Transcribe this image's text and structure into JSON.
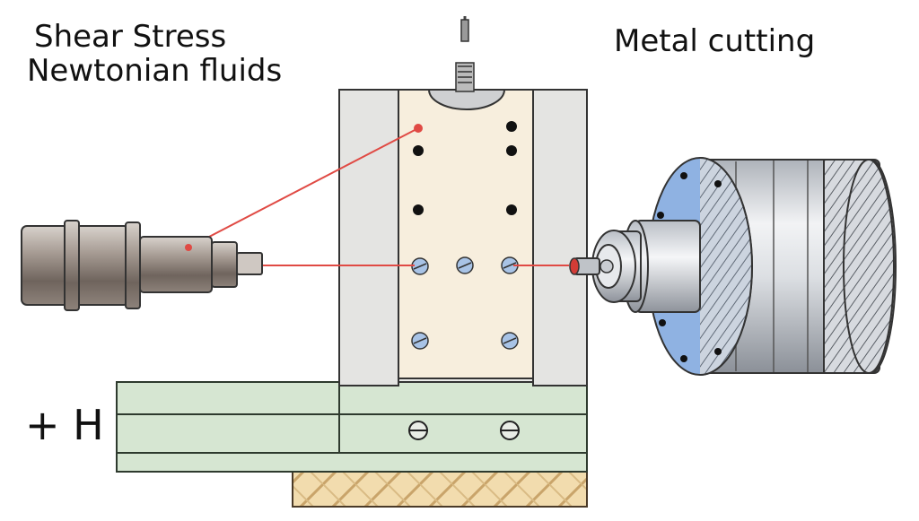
{
  "labels": {
    "top_left_line1": "Shear Stress",
    "top_left_line2": "Newtonian fluids",
    "top_right": "Metal cutting",
    "bottom_left": "+ H"
  },
  "colors": {
    "laser": "#e04a44",
    "sample": "#f7eedd",
    "frame": "#e8e8e6",
    "base": "#d6e6d2",
    "wood": "#efd9a8",
    "screw": "#a8c3e6",
    "flange": "#8fb2e2",
    "steel": "#c9ccd1"
  }
}
